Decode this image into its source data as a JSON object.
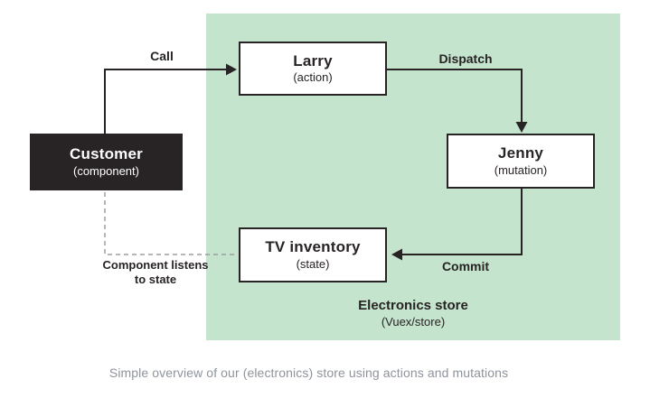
{
  "diagram": {
    "container": {
      "title": "Electronics store",
      "subtitle": "(Vuex/store)"
    },
    "nodes": {
      "customer": {
        "title": "Customer",
        "subtitle": "(component)"
      },
      "larry": {
        "title": "Larry",
        "subtitle": "(action)"
      },
      "jenny": {
        "title": "Jenny",
        "subtitle": "(mutation)"
      },
      "tv_inventory": {
        "title": "TV inventory",
        "subtitle": "(state)"
      }
    },
    "edges": {
      "call": {
        "label": "Call"
      },
      "dispatch": {
        "label": "Dispatch"
      },
      "commit": {
        "label": "Commit"
      },
      "listens": {
        "label": "Component listens to state"
      }
    },
    "colors": {
      "store_region_bg": "#c5e4ce",
      "node_dark_bg": "#282324",
      "line": "#282324",
      "dashed_line": "#9d9d9d",
      "caption_text": "#8e949c"
    }
  },
  "caption": "Simple overview of our (electronics) store using actions and mutations"
}
